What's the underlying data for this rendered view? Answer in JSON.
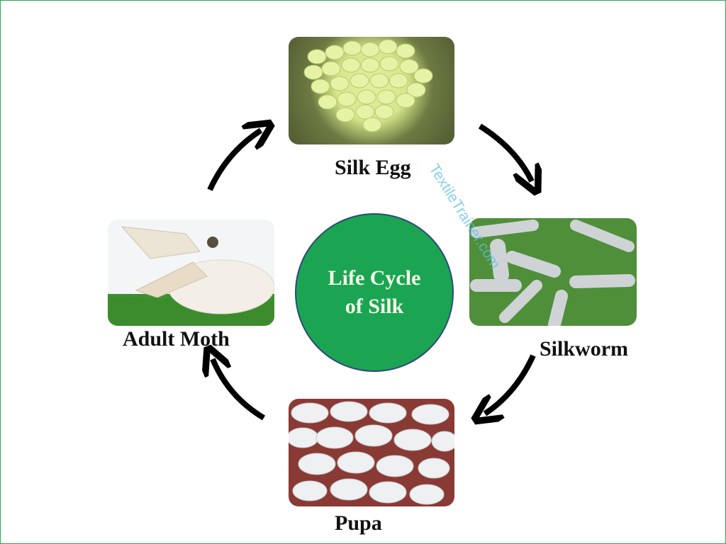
{
  "title": "Life Cycle of Silk",
  "stages": [
    {
      "name": "Silk Egg"
    },
    {
      "name": "Silkworm"
    },
    {
      "name": "Pupa"
    },
    {
      "name": "Adult Moth"
    }
  ],
  "watermark": "TextileTrainer.com",
  "colors": {
    "center": "#1ba552",
    "border": "#2aa84a",
    "arrow": "#000000"
  }
}
